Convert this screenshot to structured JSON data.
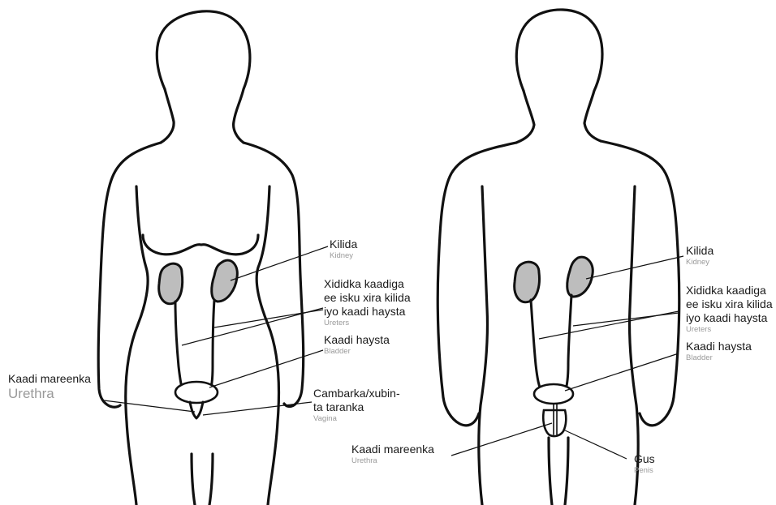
{
  "labels": {
    "female_kidney": {
      "so": "Kilida",
      "en": "Kidney"
    },
    "female_ureters": {
      "so_lines": [
        "Xididka kaadiga",
        "ee isku xira kilida",
        "iyo kaadi haysta"
      ],
      "en": "Ureters"
    },
    "female_bladder": {
      "so": "Kaadi haysta",
      "en": "Bladder"
    },
    "female_urethra": {
      "so": "Kaadi mareenka",
      "en": "Urethra"
    },
    "female_vagina": {
      "so_lines": [
        "Cambarka/xubin-",
        "ta taranka"
      ],
      "en": "Vagina"
    },
    "male_kidney": {
      "so": "Kilida",
      "en": "Kidney"
    },
    "male_ureters": {
      "so_lines": [
        "Xididka kaadiga",
        "ee isku xira kilida",
        "iyo kaadi haysta"
      ],
      "en": "Ureters"
    },
    "male_bladder": {
      "so": "Kaadi haysta",
      "en": "Bladder"
    },
    "male_urethra": {
      "so": "Kaadi mareenka",
      "en": "Urethra"
    },
    "male_penis": {
      "so": "Gus",
      "en": "Penis"
    }
  },
  "colors": {
    "organ_fill": "#bdbdbd",
    "outline": "#111111",
    "english_label": "#9a9a9a"
  }
}
